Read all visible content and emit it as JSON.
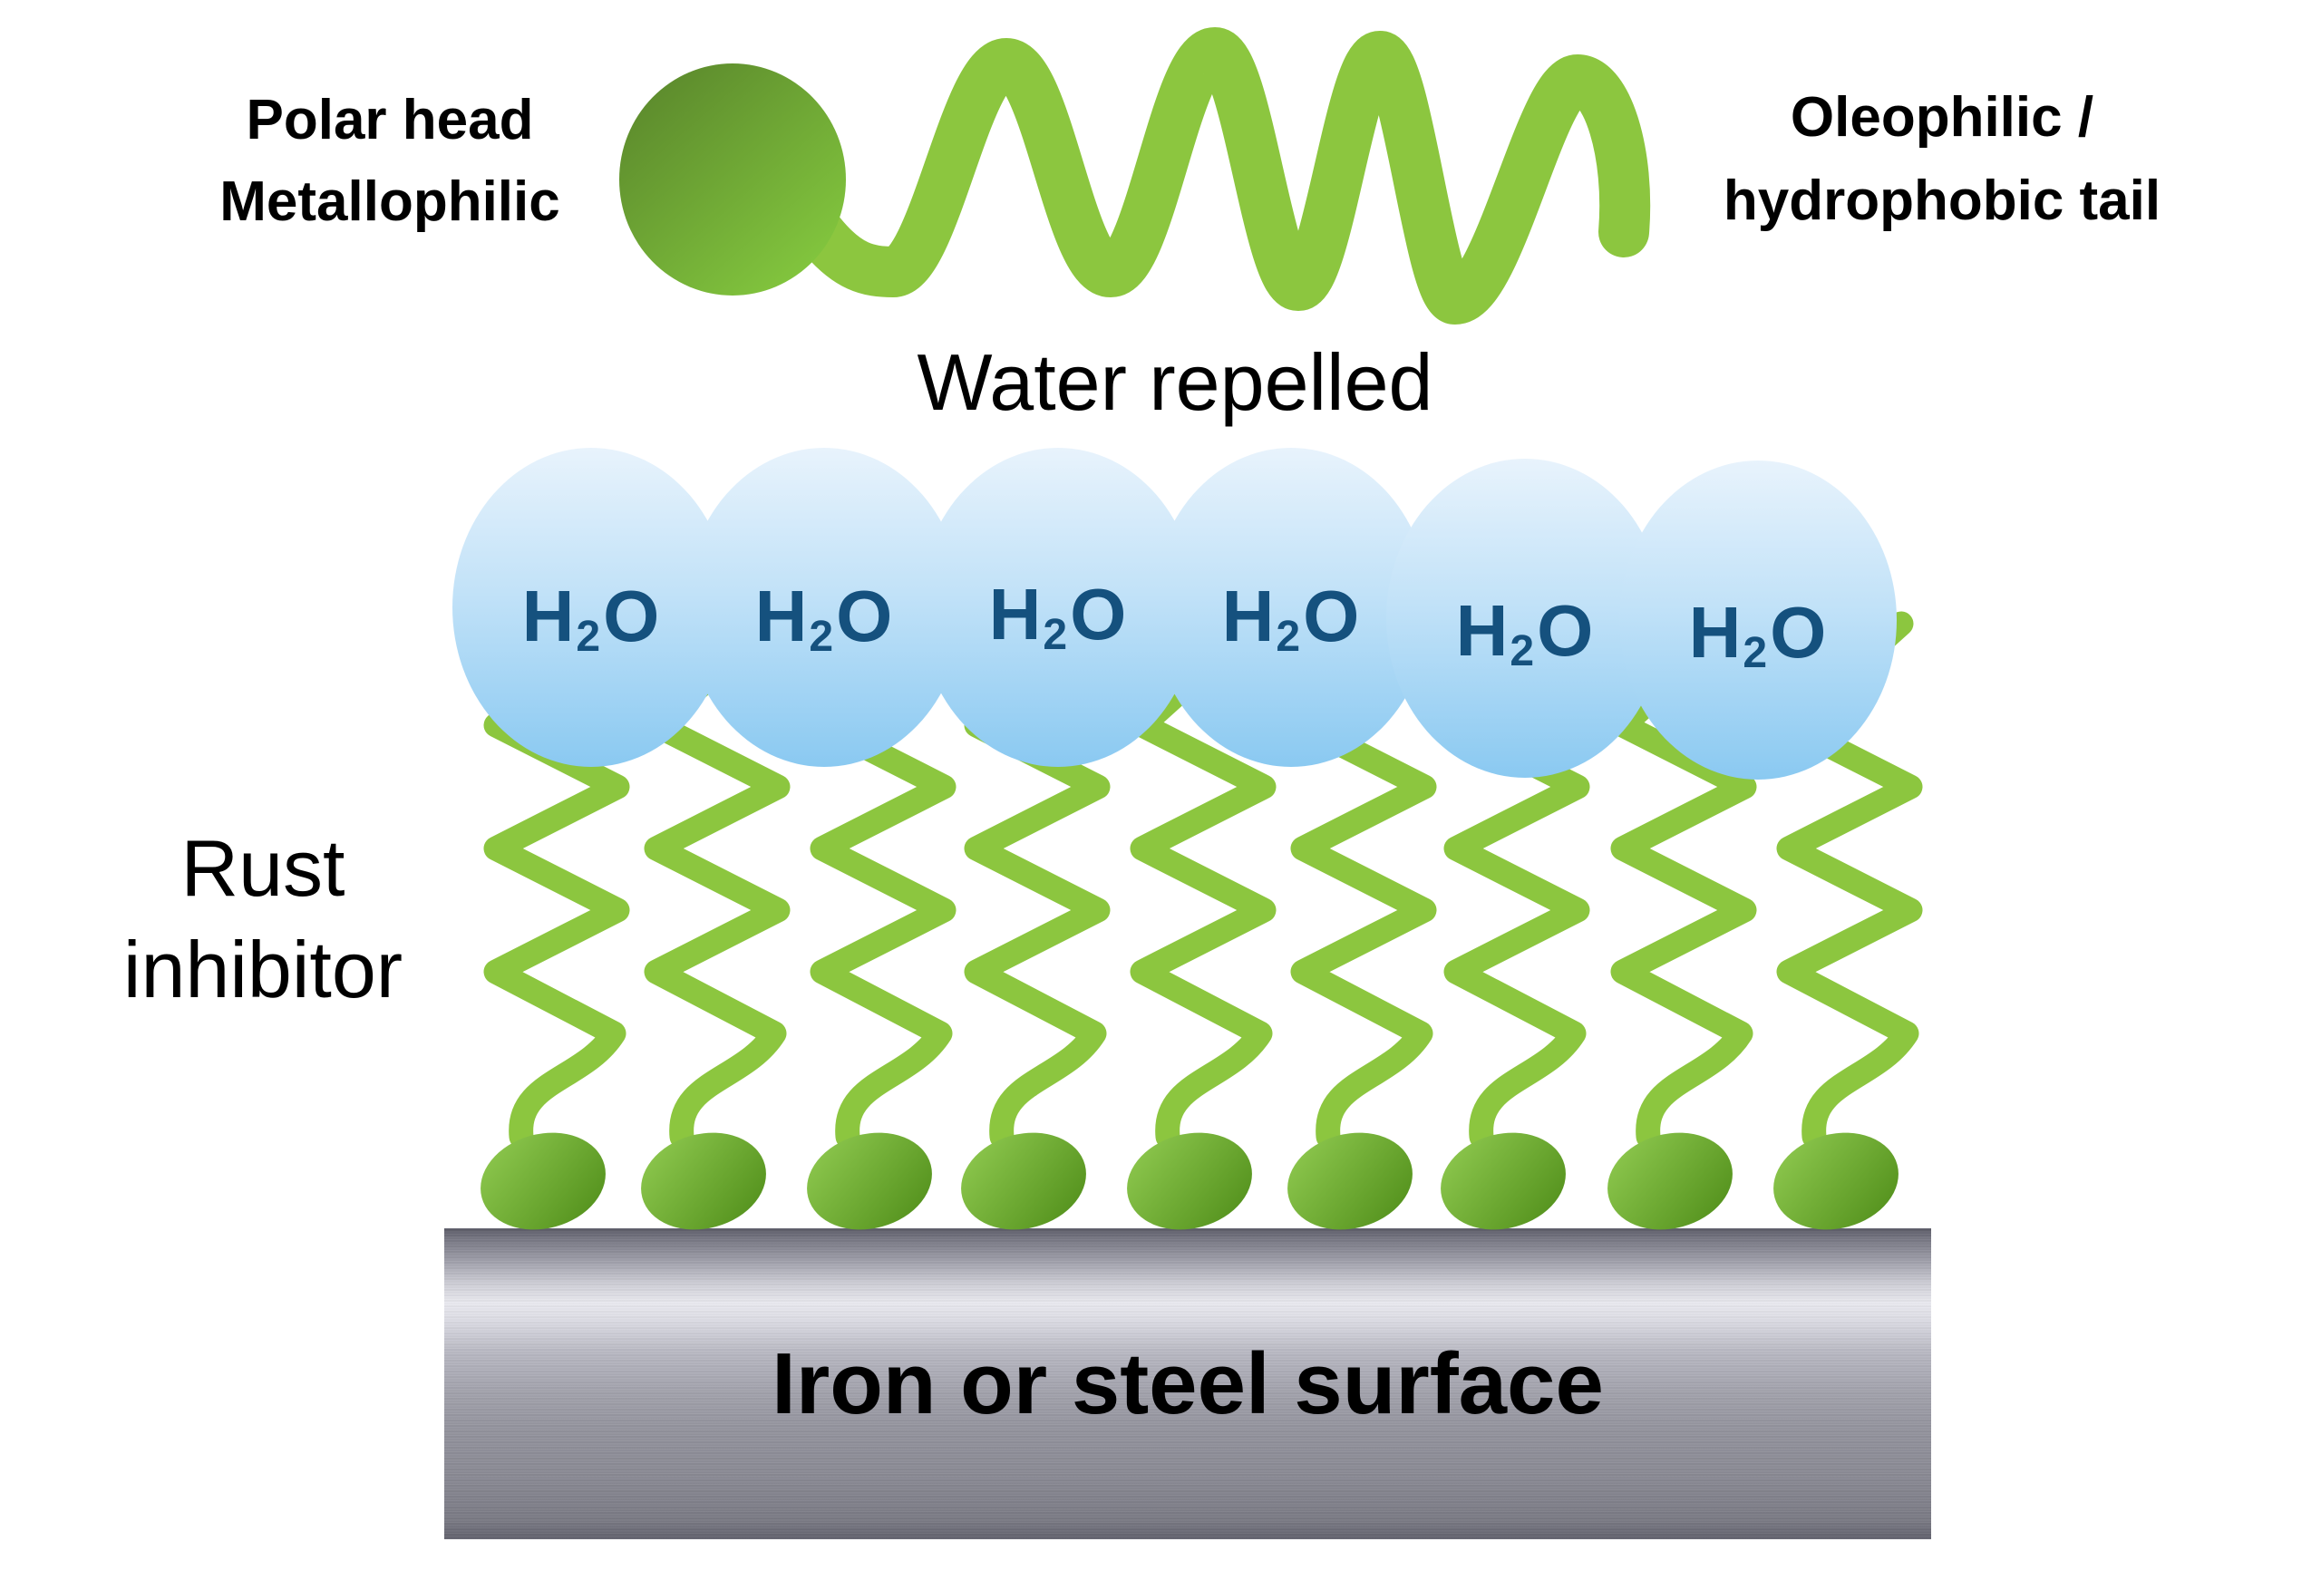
{
  "diagram": {
    "title_hint": "Rust inhibitor mechanism on iron or steel surface",
    "labels": {
      "polar_head_line1": "Polar head",
      "polar_head_line2": "Metallophilic",
      "tail_line1": "Oleophilic /",
      "tail_line2": "hydrophobic tail",
      "water_repelled": "Water repelled",
      "rust_inhibitor_line1": "Rust",
      "rust_inhibitor_line2": "inhibitor",
      "surface": "Iron or steel surface"
    },
    "water_molecule": {
      "h": "H",
      "subscript": "2",
      "o": "O",
      "count": 6
    },
    "inhibitor": {
      "tail_count": 9,
      "head_count": 9
    },
    "colors": {
      "tail_green": "#8CC63F",
      "top_head_gradient_dark": "#57822A",
      "top_head_gradient_light": "#85CA3F",
      "bottom_head_gradient_light": "#92CC52",
      "bottom_head_gradient_dark": "#4E8C18",
      "droplet_top": "#E8F3FC",
      "droplet_mid": "#C2E2F8",
      "droplet_bottom": "#8AC9F1",
      "h2o_text": "#15517E",
      "steel_light": "#EAEAF0",
      "steel_dark": "#5C5C68",
      "text_black": "#000000",
      "background": "#FFFFFF"
    }
  }
}
